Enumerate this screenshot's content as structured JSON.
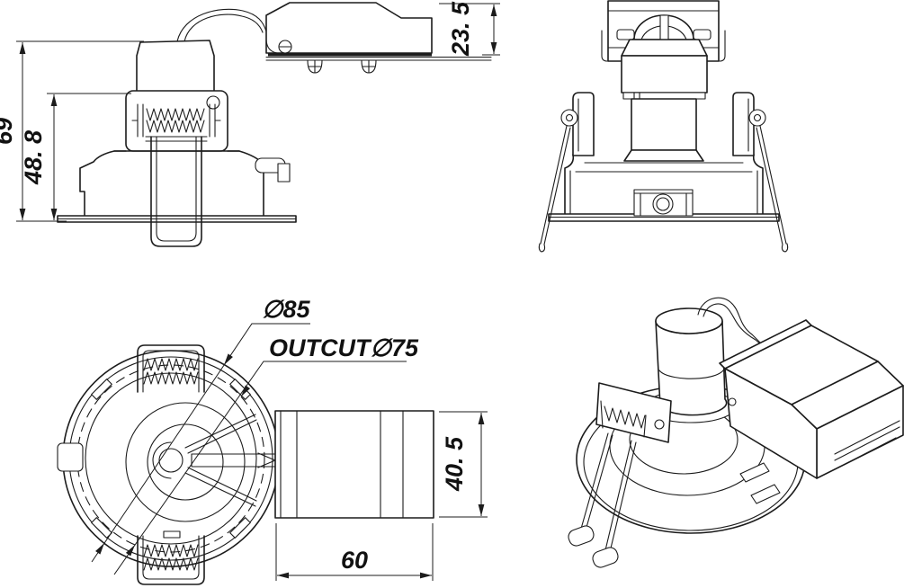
{
  "drawing": {
    "type": "technical-drawing",
    "subject": "recessed-downlight-fixture",
    "colors": {
      "line": "#1c1c1c",
      "background": "#ffffff",
      "text": "#111111"
    },
    "dimensions": {
      "overall_height": "69",
      "housing_height": "48. 8",
      "driver_box_height": "23. 5",
      "bezel_diameter": "∅85",
      "cutout_label": "OUTCUT∅75",
      "can_length": "60",
      "can_height": "40. 5"
    }
  }
}
